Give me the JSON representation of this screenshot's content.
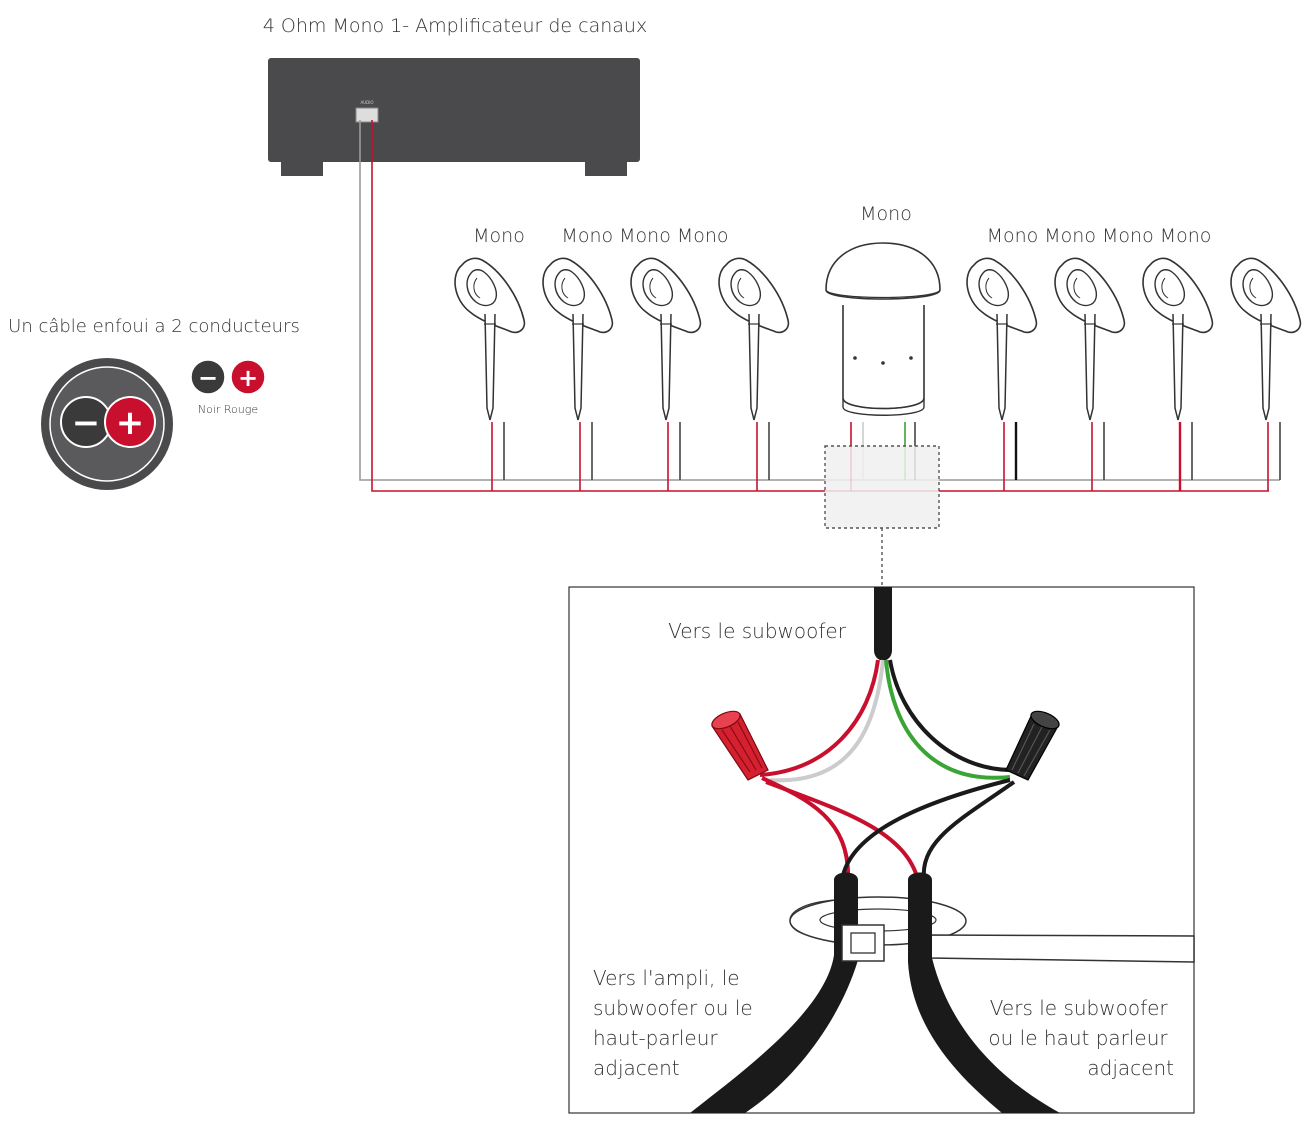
{
  "title": "4 Ohm Mono 1- Amplificateur de canaux",
  "amp_terminal_text": "AUDIO",
  "speaker_group_labels": {
    "left_single": "Mono",
    "left_triple": "Mono Mono Mono",
    "center": "Mono",
    "right_quad": "Mono Mono Mono Mono"
  },
  "cable_legend": {
    "title": "Un câble enfoui a 2 conducteurs",
    "minus_symbol": "−",
    "plus_symbol": "+",
    "small_caption": "Noir Rouge"
  },
  "detail": {
    "to_subwoofer_top": "Vers le subwoofer",
    "left_lines": [
      "Vers l'ampli, le",
      "subwoofer ou le",
      "haut-parleur",
      "adjacent"
    ],
    "right_lines": [
      "Vers le subwoofer",
      "ou le haut parleur",
      "adjacent"
    ]
  },
  "colors": {
    "wire_red": "#c8102e",
    "wire_black": "#222222",
    "wire_green": "#3aa535",
    "wire_white": "#d0d0d0",
    "amp_body": "#4a4a4c",
    "cable_outer": "#4a4a4c",
    "minus_fill": "#3a3a3a",
    "plus_fill": "#c8102e"
  }
}
